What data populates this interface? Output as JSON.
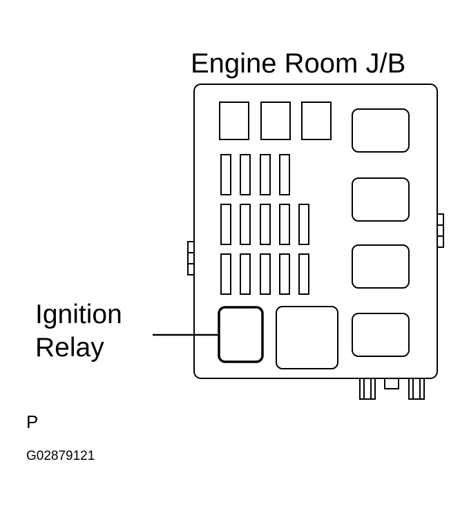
{
  "diagram": {
    "title": "Engine Room J/B",
    "callout": {
      "line1": "Ignition",
      "line2": "Relay"
    },
    "code_letter": "P",
    "figure_id": "G02879121"
  }
}
